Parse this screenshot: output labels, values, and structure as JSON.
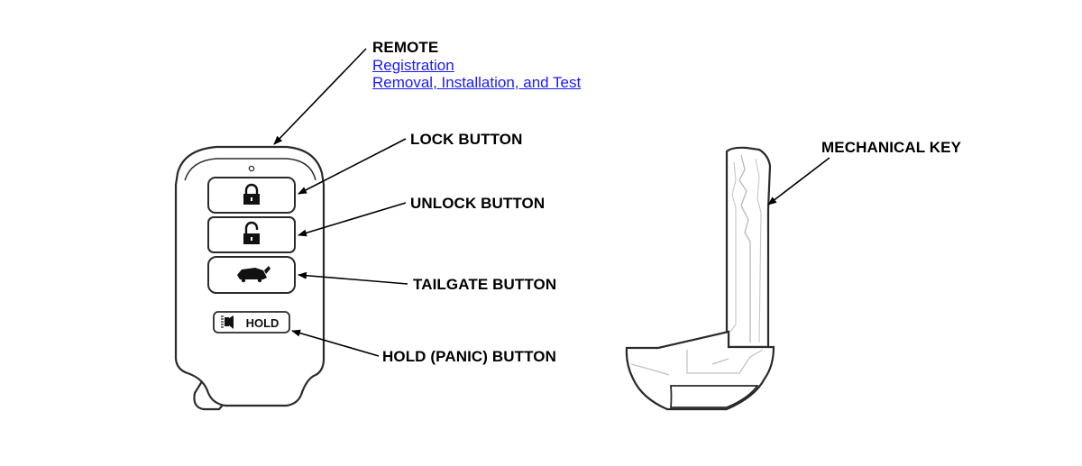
{
  "callouts": {
    "remote": "REMOTE",
    "lock_button": "LOCK BUTTON",
    "unlock_button": "UNLOCK BUTTON",
    "tailgate_button": "TAILGATE BUTTON",
    "hold_button": "HOLD (PANIC) BUTTON",
    "mechanical_key": "MECHANICAL KEY"
  },
  "links": {
    "registration": "Registration",
    "removal_installation_test": "Removal, Installation, and Test"
  },
  "fob": {
    "hold_label": "HOLD"
  },
  "colors": {
    "link": "#1a1aff",
    "outline": "#2a2a2a",
    "ghost_line": "#b8b8b8"
  }
}
